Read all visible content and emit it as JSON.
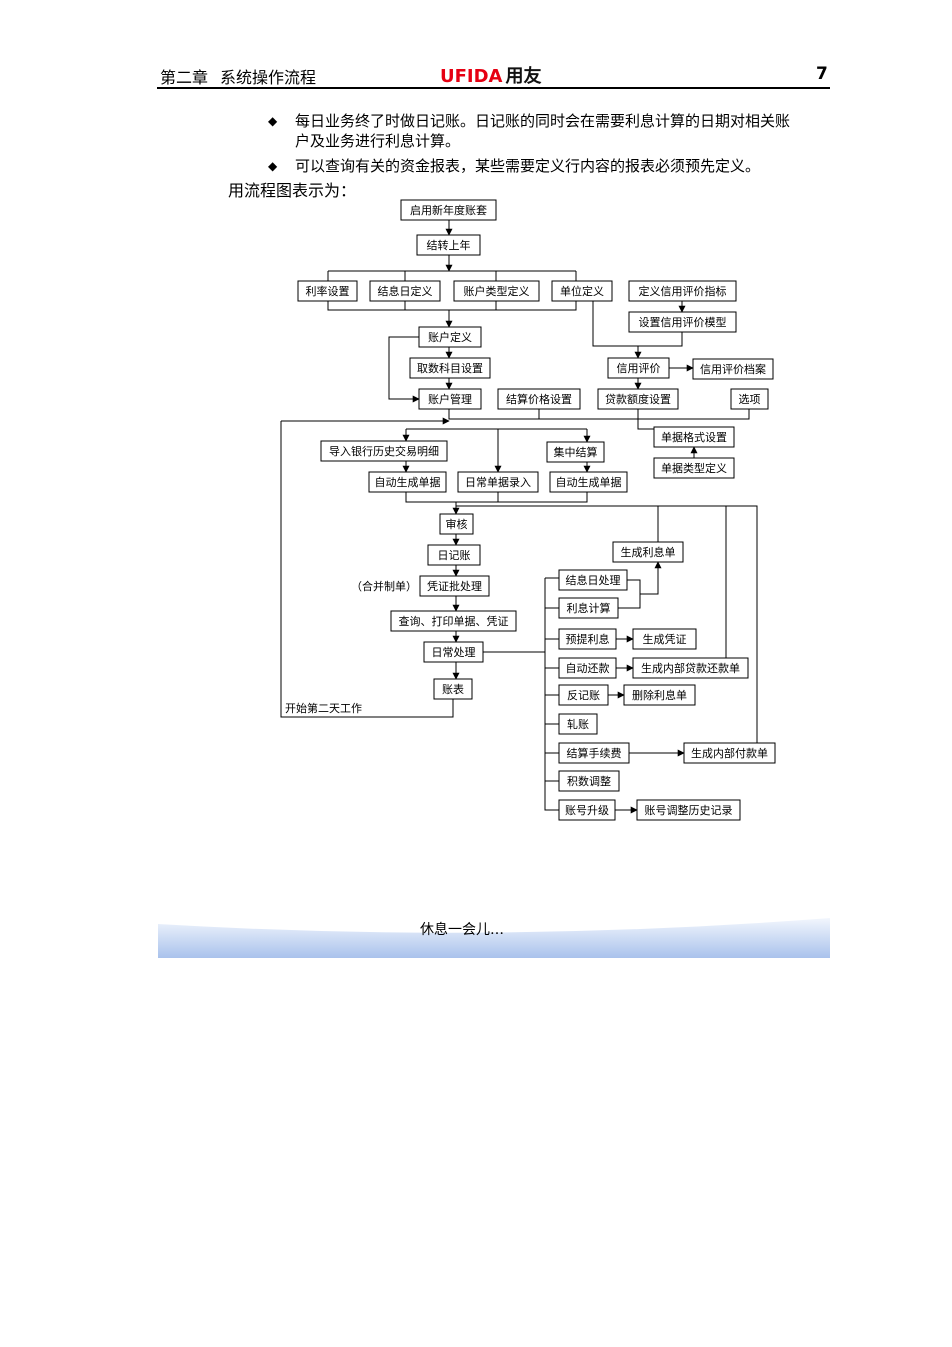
{
  "header": {
    "chapter": "第二章",
    "section": "系统操作流程",
    "brand_latin": "UFIDA",
    "brand_cn": "用友",
    "page_number": "7"
  },
  "body": {
    "bullets": [
      "每日业务终了时做日记账。日记账的同时会在需要利息计算的日期对相关账",
      "户及业务进行利息计算。",
      "可以查询有关的资金报表，某些需要定义行内容的报表必须预先定义。"
    ],
    "intro": "用流程图表示为："
  },
  "flowchart": {
    "nodes": {
      "new_year": "启用新年度账套",
      "carry_over": "结转上年",
      "rate_setup": "利率设置",
      "interest_day_def": "结息日定义",
      "acct_type_def": "账户类型定义",
      "unit_def": "单位定义",
      "credit_index_def": "定义信用评价指标",
      "credit_model": "设置信用评价模型",
      "acct_def": "账户定义",
      "subject_setup": "取数科目设置",
      "credit_eval": "信用评价",
      "credit_archive": "信用评价档案",
      "acct_mgmt": "账户管理",
      "settle_price": "结算价格设置",
      "loan_limit": "贷款额度设置",
      "options": "选项",
      "bill_format": "单据格式设置",
      "import_bank": "导入银行历史交易明细",
      "central_settle": "集中结算",
      "bill_type_def": "单据类型定义",
      "auto_bill_1": "自动生成单据",
      "daily_bill_entry": "日常单据录入",
      "auto_bill_2": "自动生成单据",
      "audit": "审核",
      "journal": "日记账",
      "gen_interest_bill": "生成利息单",
      "merge_note": "（合并制单）",
      "voucher_batch": "凭证批处理",
      "interest_day_proc": "结息日处理",
      "interest_calc": "利息计算",
      "query_print": "查询、打印单据、凭证",
      "accrue_interest": "预提利息",
      "gen_voucher": "生成凭证",
      "daily_proc": "日常处理",
      "auto_repay": "自动还款",
      "gen_internal_repay": "生成内部贷款还款单",
      "reports": "账表",
      "reverse_journal": "反记账",
      "delete_interest_bill": "删除利息单",
      "next_day": "开始第二天工作",
      "close_acct": "轧账",
      "settle_fee": "结算手续费",
      "gen_internal_pay": "生成内部付款单",
      "points_adjust": "积数调整",
      "acct_upgrade": "账号升级",
      "acct_adjust_history": "账号调整历史记录"
    }
  },
  "footer": {
    "text": "休息一会儿…",
    "band_color_light": "#f2f6fd",
    "band_color_dark": "#a9c2ec"
  }
}
